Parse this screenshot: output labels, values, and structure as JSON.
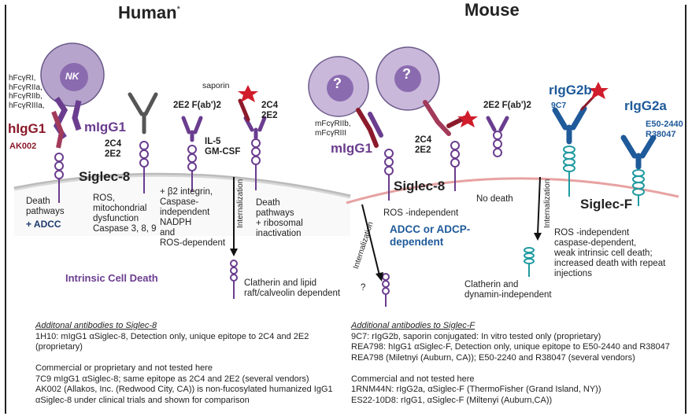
{
  "human": {
    "title": "Human",
    "title_mark": "*",
    "receptors": [
      "hFcγRI,",
      "hFcγRIIa,",
      "hFcγRIIb,",
      "hFcγRIIIa,"
    ],
    "higg1": "hIgG1",
    "ak002": "AK002",
    "nk": "NK",
    "migg1": "mIgG1",
    "migg1_clones": [
      "2C4",
      "2E2"
    ],
    "fab_label": "2E2 F(ab')2",
    "saporin": "saporin",
    "saporin_clones": [
      "2C4",
      "2E2"
    ],
    "il5": [
      "IL-5",
      "GM-CSF"
    ],
    "siglec8": "Siglec-8",
    "death_lines": [
      "Death",
      "pathways"
    ],
    "adcc": "+ ADCC",
    "ros_lines": [
      "ROS,",
      "mitochondrial",
      "dysfunction",
      "Caspase 3, 8, 9"
    ],
    "b2_lines": [
      "+ β2 integrin,",
      "Caspase-",
      "independent",
      "NADPH",
      "and",
      "ROS-dependent"
    ],
    "internalization": "Internalization",
    "ribo_lines": [
      "Death",
      "pathways",
      "+ ribosomal",
      "inactivation"
    ],
    "intrinsic": "Intrinsic Cell Death",
    "clatherin_lines": [
      "Clatherin and lipid",
      "raft/calveolin dependent"
    ],
    "footnote": {
      "heading": "Additonal antibodies to Siglec-8",
      "lines1": [
        "1H10: mIgG1 αSiglec-8, Detection only, unique epitope to 2C4 and 2E2",
        "(proprietary)"
      ],
      "lines2": [
        "Commercial or proprietary and not tested here",
        "7C9 mIgG1 αSiglec-8; same epitope as 2C4 and 2E2 (several vendors)",
        "AK002 (Allakos, Inc. (Redwood City, CA)) is non-fucosylated humanized IgG1",
        "αSiglec-8 under clinical trials and shown for comparison"
      ]
    }
  },
  "mouse": {
    "title": "Mouse",
    "q": "?",
    "receptors": [
      "mFcγRIIb,",
      "mFcγRIII"
    ],
    "migg1": "mIgG1",
    "saporin_clones": [
      "2C4",
      "2E2"
    ],
    "fab_label": "2E2 F(ab')2",
    "siglec8": "Siglec-8",
    "no_death": "No death",
    "ros_indep": "ROS -independent",
    "adcc_lines": [
      "ADCC or ADCP-",
      "dependent"
    ],
    "internalization": "Internalization",
    "q_mark": "?",
    "rigg2b": "rIgG2b",
    "clone_9c7": "9C7",
    "rigg2a": "rIgG2a",
    "rigg2a_clones": [
      "E50-2440",
      "R38047"
    ],
    "siglecf": "Siglec-F",
    "siglecf_lines": [
      "ROS -independent",
      "caspase-dependent,",
      "weak intrinsic cell death;",
      "increased death with repeat",
      "injections"
    ],
    "clatherin_lines": [
      "Clatherin and",
      "dynamin-independent"
    ],
    "footnote": {
      "heading": "Additional antibodies to Siglec-F",
      "lines1": [
        "9C7: rIgG2b, saporin conjugated:  In vitro tested only  (proprietary)",
        "REA798: hIgG1 αSiglec-F, Detection only, unique epitope to E50-2440 and R38047",
        "REA798 (Miletnyi (Auburn, CA));  E50-2240 and R38047 (several vendors)"
      ],
      "lines2": [
        "Commercial and not tested here",
        "1RNM44N: rIgG2a,  αSiglec-F (ThermoFisher (Grand Island, NY))",
        "ES22-10D8: rIgG1, αSiglec-F  (Miltenyi (Auburn,CA))"
      ]
    }
  },
  "colors": {
    "purple": "#6a3d8f",
    "maroon": "#8b1a2b",
    "blue": "#1f5a9a",
    "teal": "#1f9aa0",
    "cell": "#9b83b8",
    "red": "#d01c2b"
  }
}
